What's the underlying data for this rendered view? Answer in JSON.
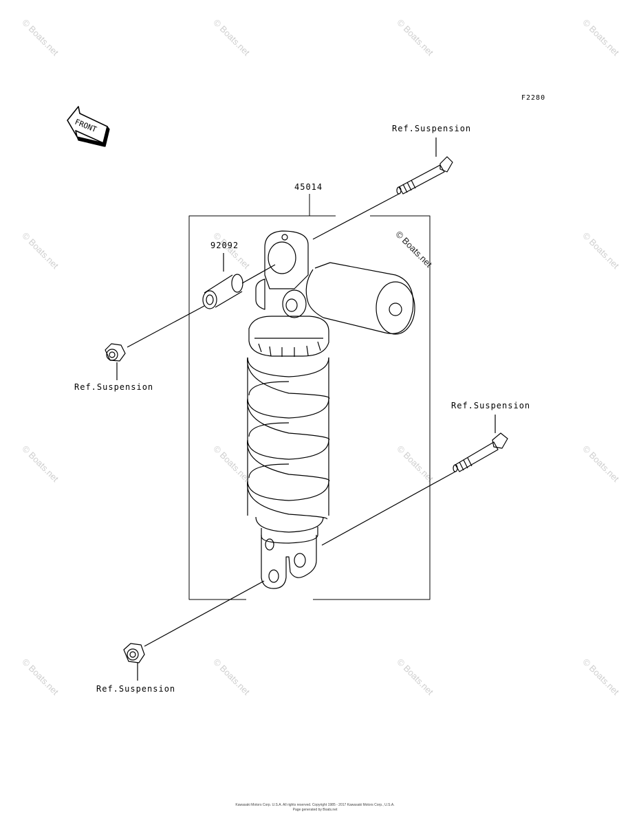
{
  "figure_code": "F2280",
  "front_label": "FRONT",
  "parts": {
    "shock_assembly": "45014",
    "collar": "92092"
  },
  "refs": {
    "top_bolt": "Ref.Suspension",
    "left_nut": "Ref.Suspension",
    "right_bolt": "Ref.Suspension",
    "bottom_nut": "Ref.Suspension"
  },
  "watermark": "© Boats.net",
  "footer": {
    "line1": "Kawasaki Motors Corp. U.S.A. All rights reserved. Copyright 1985 - 2017 Kawasaki Motors Corp., U.S.A.",
    "line2": "Page generated by Boats.net"
  }
}
